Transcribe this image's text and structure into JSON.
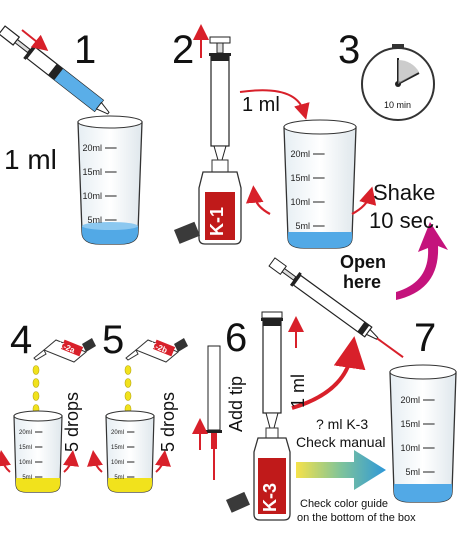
{
  "steps": {
    "s1": {
      "number": "1",
      "amount": "1 ml"
    },
    "s2": {
      "number": "2",
      "amount": "1 ml",
      "reagent": "K-1"
    },
    "s3": {
      "number": "3",
      "timer": "10 min",
      "shake": "Shake",
      "duration": "10 sec."
    },
    "s4": {
      "number": "4",
      "reagent": "K-2a",
      "drops": "5 drops"
    },
    "s5": {
      "number": "5",
      "reagent": "K-2b",
      "drops": "5 drops"
    },
    "s6": {
      "number": "6",
      "add_tip": "Add tip",
      "amount": "1 ml",
      "reagent": "K-3",
      "dose": "? ml K-3",
      "manual": "Check manual",
      "guide_line1": "Check color guide",
      "guide_line2": "on the bottom of the box"
    },
    "s7": {
      "number": "7"
    }
  },
  "open_label": {
    "line1": "Open",
    "line2": "here"
  },
  "vial_marks": [
    "20ml",
    "15ml",
    "10ml",
    "5ml"
  ],
  "colors": {
    "water": "#52a9e6",
    "yellow": "#f1e21c",
    "red": "#d8202a",
    "magenta": "#c4137c",
    "syringe_blue": "#5aaee8"
  }
}
